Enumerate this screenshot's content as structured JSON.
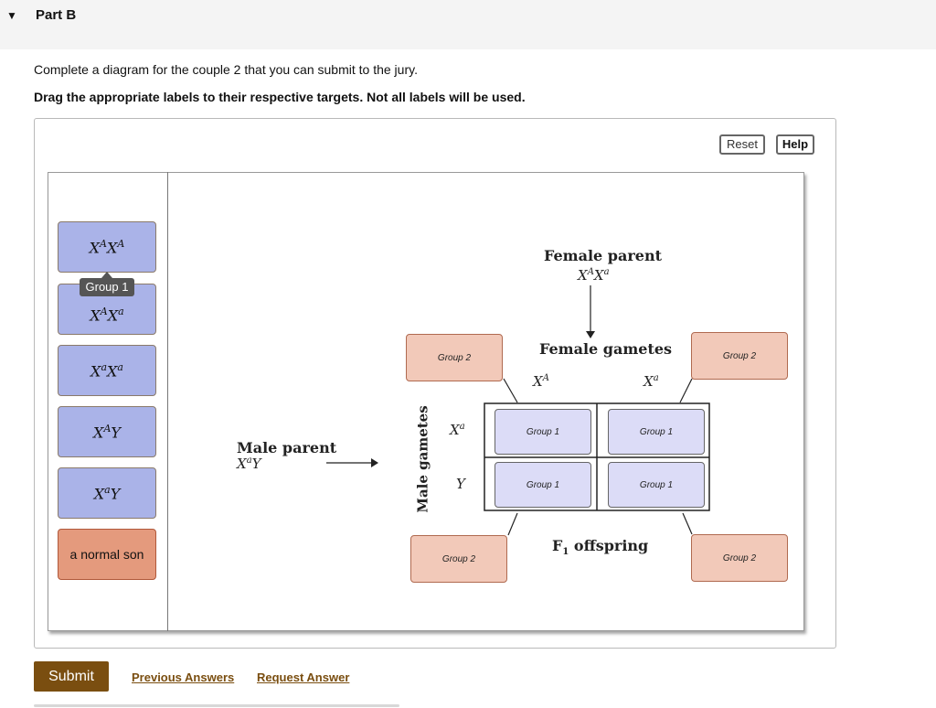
{
  "part": {
    "title": "Part B"
  },
  "intro": "Complete a diagram for the couple 2 that you can submit to the jury.",
  "instruction": "Drag the appropriate labels to their respective targets. Not all labels will be used.",
  "toolbar": {
    "reset_label": "Reset",
    "help_label": "Help"
  },
  "labels": [
    {
      "base1": "X",
      "sup1": "A",
      "base2": "X",
      "sup2": "A"
    },
    {
      "base1": "X",
      "sup1": "A",
      "base2": "X",
      "sup2": "a"
    },
    {
      "base1": "X",
      "sup1": "a",
      "base2": "X",
      "sup2": "a"
    },
    {
      "base1": "X",
      "sup1": "A",
      "base2": "Y",
      "sup2": ""
    },
    {
      "base1": "X",
      "sup1": "a",
      "base2": "Y",
      "sup2": ""
    },
    {
      "text": "a normal son"
    }
  ],
  "tooltip": "Group 1",
  "diagram": {
    "female_parent": "Female parent",
    "female_genotype": {
      "base1": "X",
      "sup1": "A",
      "base2": "X",
      "sup2": "a"
    },
    "female_gametes": "Female gametes",
    "female_gamete_1": {
      "base": "X",
      "sup": "A"
    },
    "female_gamete_2": {
      "base": "X",
      "sup": "a"
    },
    "male_parent": "Male parent",
    "male_genotype": {
      "base1": "X",
      "sup1": "a",
      "base2": "Y"
    },
    "male_gametes": "Male gametes",
    "male_gamete_1": {
      "base": "X",
      "sup": "a"
    },
    "male_gamete_2": "Y",
    "offspring_label": "F",
    "offspring_sub": "1",
    "offspring_rest": " offspring",
    "group2": "Group 2",
    "group1": "Group 1"
  },
  "colors": {
    "submit": "#7a4e10",
    "tile_blue": "#aab3e8",
    "tile_red": "#e49a7d",
    "zone_pink": "#f2c9b9",
    "zone_blue": "#dcdcf7"
  },
  "actions": {
    "submit_label": "Submit",
    "previous_answers": "Previous Answers",
    "request_answer": "Request Answer"
  }
}
